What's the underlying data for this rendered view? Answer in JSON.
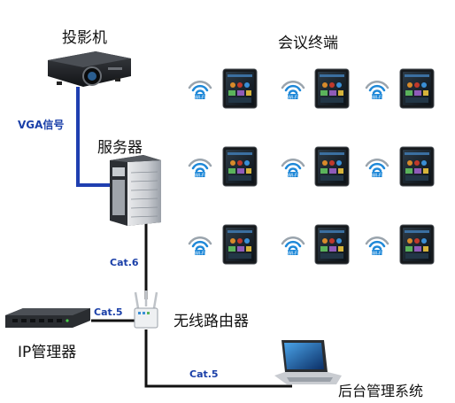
{
  "labels": {
    "projector": "投影机",
    "conference_terminals": "会议终端",
    "vga_signal": "VGA信号",
    "server": "服务器",
    "cable_cat6": "Cat.6",
    "cable_cat5_left": "Cat.5",
    "wireless_router": "无线路由器",
    "ip_manager": "IP管理器",
    "cable_cat5_bottom": "Cat.5",
    "backend_system": "后台管理系统"
  },
  "tablet_grid": {
    "rows": 3,
    "cols": 3
  },
  "colors": {
    "line_blue": "#1f3fb0",
    "line_black": "#111111",
    "cable_text": "#1a3fa8",
    "wifi_blue": "#1e88d8",
    "wifi_grey": "#9aa4ad"
  },
  "icons": {
    "projector": "projector-icon",
    "server": "server-tower-icon",
    "router": "wireless-router-icon",
    "ip_manager": "rack-device-icon",
    "laptop": "laptop-icon",
    "tablet": "tablet-terminal-icon",
    "wifi": "wifi-icon"
  }
}
